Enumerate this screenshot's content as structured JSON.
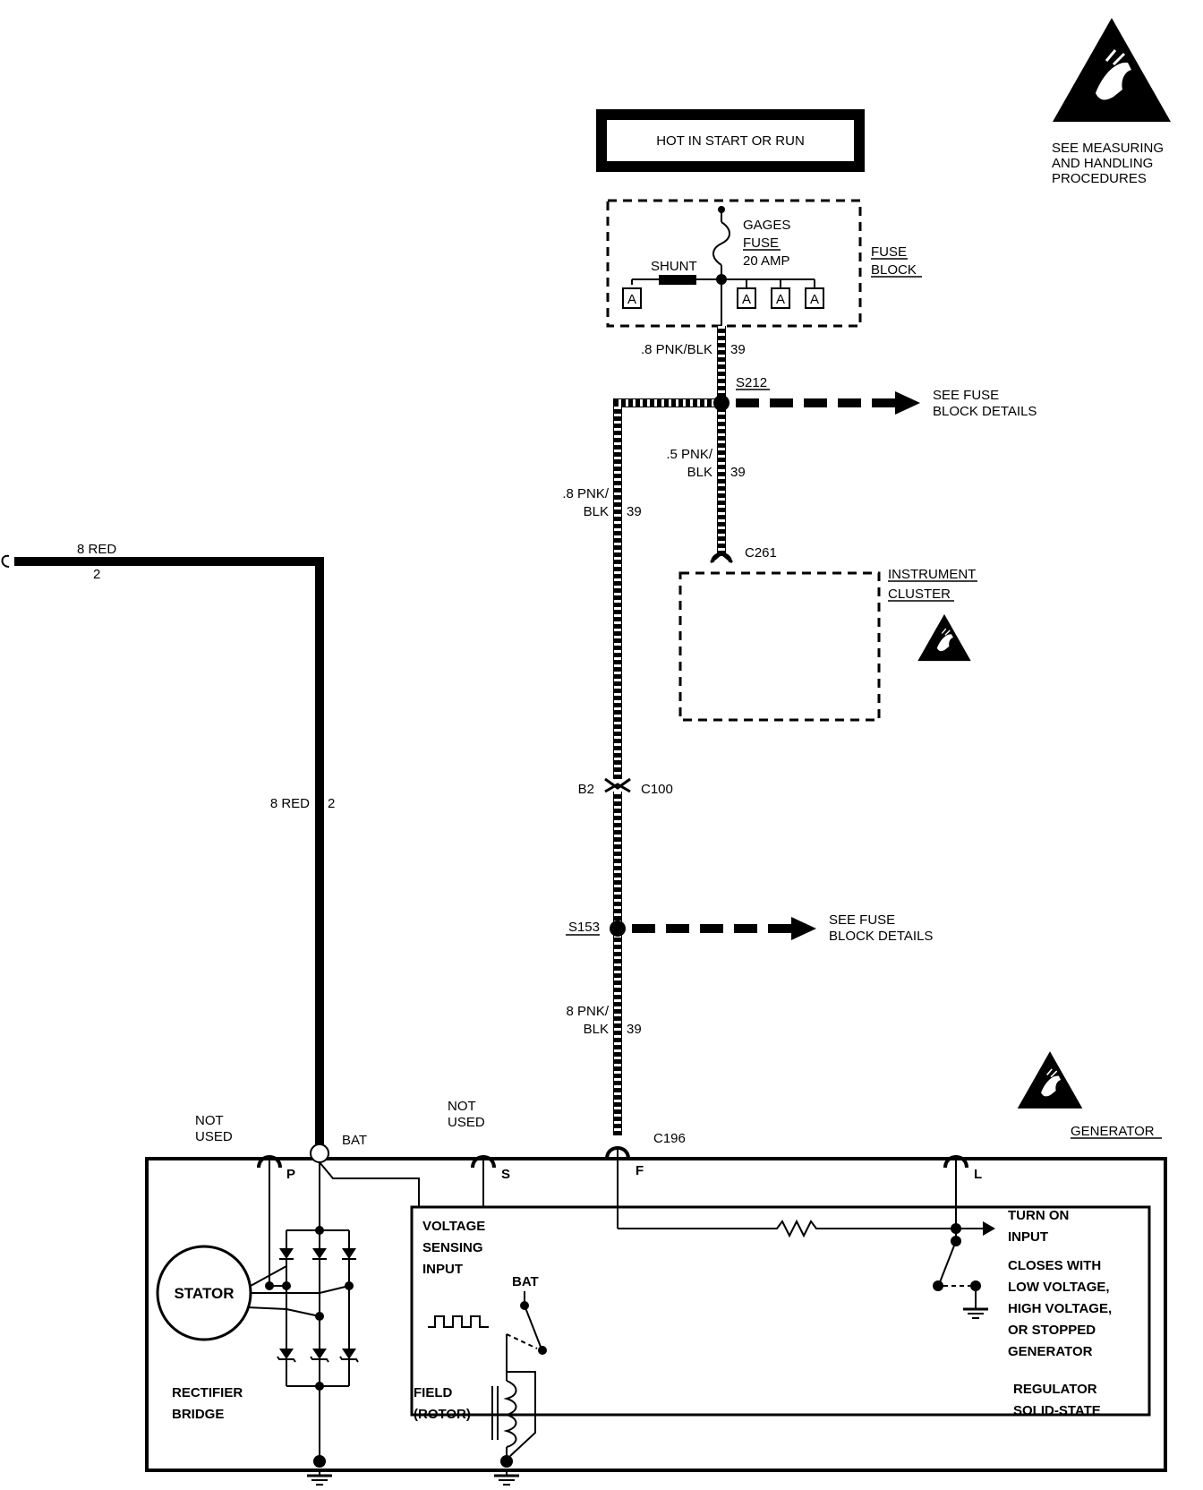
{
  "header": {
    "hot_label": "HOT IN START OR RUN"
  },
  "esd": {
    "line1": "SEE MEASURING",
    "line2": "AND HANDLING",
    "line3": "PROCEDURES"
  },
  "fuse_block": {
    "label1": "FUSE",
    "label2": "BLOCK",
    "fuse_line1": "GAGES",
    "fuse_line2": "FUSE",
    "fuse_line3": "20 AMP",
    "shunt": "SHUNT",
    "pin": "A"
  },
  "wires": {
    "w1_gauge": ".8 PNK/BLK",
    "w1_circuit": "39",
    "w2_gauge1": ".5 PNK/",
    "w2_gauge2": "BLK",
    "w2_circuit": "39",
    "w3_gauge1": ".8 PNK/",
    "w3_gauge2": "BLK",
    "w3_circuit": "39",
    "w4_gauge1": "8 PNK/",
    "w4_gauge2": "BLK",
    "w4_circuit": "39",
    "red_top_gauge": "8 RED",
    "red_top_circuit": "2",
    "red_vert_gauge": "8 RED",
    "red_vert_circuit": "2"
  },
  "splices": {
    "s212": "S212",
    "s153": "S153",
    "details1": "SEE FUSE",
    "details2": "BLOCK DETAILS"
  },
  "connectors": {
    "c261": "C261",
    "c100": "C100",
    "b2": "B2",
    "c196": "C196"
  },
  "cluster": {
    "label1": "INSTRUMENT",
    "label2": "CLUSTER"
  },
  "generator": {
    "label": "GENERATOR",
    "not_used1": "NOT",
    "not_used2": "USED",
    "bat": "BAT",
    "term_p": "P",
    "term_s": "S",
    "term_f": "F",
    "term_l": "L",
    "stator": "STATOR",
    "rect1": "RECTIFIER",
    "rect2": "BRIDGE",
    "vs1": "VOLTAGE",
    "vs2": "SENSING",
    "vs3": "INPUT",
    "bat_inner": "BAT",
    "field1": "FIELD",
    "field2": "(ROTOR)",
    "turn1": "TURN ON",
    "turn2": "INPUT",
    "closes1": "CLOSES WITH",
    "closes2": "LOW VOLTAGE,",
    "closes3": "HIGH VOLTAGE,",
    "closes4": "OR STOPPED",
    "closes5": "GENERATOR",
    "reg1": "REGULATOR",
    "reg2": "SOLID-STATE"
  }
}
